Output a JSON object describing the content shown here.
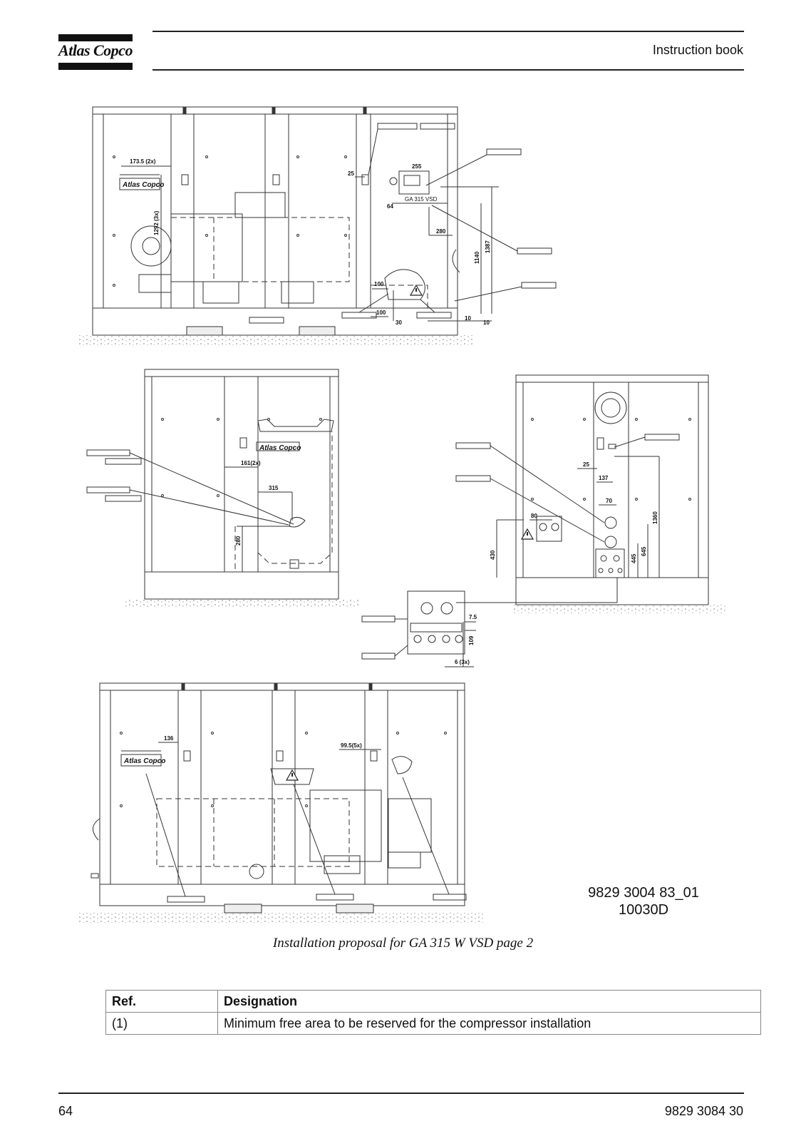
{
  "header": {
    "brand": "Atlas Copco",
    "title": "Instruction book"
  },
  "drawing": {
    "brand_plates": [
      "Atlas Copco",
      "Atlas Copco",
      "Atlas Copco"
    ],
    "panel_text": [
      "GA 315 VSD"
    ],
    "dimensions": {
      "top": [
        "173.5 (2x)",
        "1292 (3x)",
        "25",
        "255",
        "64",
        "280",
        "1140",
        "1387",
        "100",
        "100",
        "30",
        "10",
        "10"
      ],
      "middle_left": [
        "161(2x)",
        "315",
        "280"
      ],
      "middle_right": [
        "25",
        "137",
        "70",
        "80",
        "430",
        "445",
        "645",
        "1360"
      ],
      "detail": [
        "7.5",
        "109",
        "6 (3x)"
      ],
      "bottom": [
        "136",
        "99.5(5x)"
      ]
    },
    "doc_code_line1": "9829 3004 83_01",
    "doc_code_line2": "10030D"
  },
  "caption": "Installation proposal for GA 315 W VSD page 2",
  "table": {
    "headers": [
      "Ref.",
      "Designation"
    ],
    "rows": [
      {
        "ref": "(1)",
        "designation": "Minimum free area to be reserved for the compressor installation"
      }
    ]
  },
  "footer": {
    "page_number": "64",
    "doc_number": "9829 3084 30"
  }
}
